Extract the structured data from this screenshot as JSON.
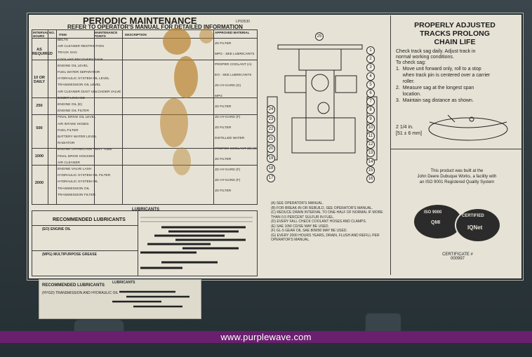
{
  "decal": {
    "title": "PERIODIC MAINTENANCE",
    "subtitle": "REFER TO OPERATOR'S MANUAL FOR DETAILED INFORMATION",
    "code": "LP93530",
    "columns": [
      "INTERVAL HOURS",
      "NO.",
      "ITEM",
      "MAINTENANCE POINTS",
      "DESCRIPTION",
      "APPROVED MATERIAL"
    ],
    "intervals": [
      "AS REQUIRED",
      "10 OR DAILY",
      "250",
      "500",
      "1000",
      "2000"
    ],
    "items": [
      "BELTS",
      "AIR CLEANER RESTRICTION",
      "TRACK SAG",
      "COOLANT RECOVERY TANK",
      "ENGINE OIL LEVEL",
      "FUEL WATER SEPARATOR",
      "HYDRAULIC SYSTEM OIL LEVEL",
      "TRANSMISSION OIL LEVEL",
      "AIR CLEANER DUST UNLOADER VALVE",
      "DOZER LINKAGE",
      "ENGINE OIL (E)",
      "ENGINE OIL FILTER",
      "FINAL DRIVE OIL LEVEL",
      "AIR INTAKE HOSES",
      "FUEL FILTER",
      "BATTERY WATER LEVEL",
      "RADIATOR",
      "ENGINE CRANKCASE VENT TUBE",
      "FINAL DRIVE HOUSING",
      "AIR CLEANER",
      "ENGINE VALVE LASH",
      "HYDRAULIC SYSTEM OIL FILTER",
      "HYDRAULIC SYSTEM OIL",
      "TRANSMISSION OIL",
      "TRANSMISSION FILTER"
    ],
    "materials": [
      "JD FILTER",
      "MPG - SEE LUBRICANTS",
      "PROPER COOLANT (A)",
      "EO - SEE LUBRICANTS",
      "JD HY-GARD (G)",
      "MPG",
      "JD FILTER",
      "JD HY-GARD (F)",
      "JD FILTER",
      "DISTILLED WATER",
      "PROPER COOLANT (D) (G)",
      "JD FILTER",
      "JD HY-GARD (F)",
      "JD HY-GARD (F)",
      "JD FILTER"
    ],
    "lubricants_title": "LUBRICANTS",
    "recommended_lubricants": "RECOMMENDED LUBRICANTS",
    "lub_items": [
      "(EO) ENGINE OIL",
      "(MPG) MULTIPURPOSE GREASE"
    ],
    "notes": [
      "(A) SEE OPERATOR'S MANUAL.",
      "(B) FOR BREAK-IN OR REBUILD, SEE OPERATOR'S MANUAL.",
      "(C) REDUCE DRAIN INTERVAL TO ONE-HALF OF NORMAL IF MORE THAN 0.5 PERCENT SULFUR IN FUEL.",
      "(D) EVERY FALL CHECK COOLANT HOSES AND CLAMPS.",
      "(E) SAE 10W CD/SE MAY BE USED.",
      "(F) GL-5 GEAR OIL SAE 80W90 MAY BE USED.",
      "(G) EVERY 2000 HOURS YEARS, DRAIN, FLUSH AND REFILL PER OPERATOR'S MANUAL."
    ],
    "diagram_labels": [
      "25",
      "1",
      "2",
      "3",
      "4",
      "5",
      "6",
      "7",
      "8",
      "9",
      "10",
      "11",
      "12",
      "13",
      "14",
      "15",
      "16",
      "17",
      "18",
      "19",
      "20",
      "21",
      "22",
      "23",
      "24"
    ]
  },
  "track": {
    "title_lines": [
      "PROPERLY ADJUSTED",
      "TRACKS PROLONG",
      "CHAIN LIFE"
    ],
    "check_text": "Check track sag daily. Adjust track in",
    "check_text2": "normal working conditions.",
    "to_check": "To check sag:",
    "steps": [
      "1.  Move unit forward only, roll to a stop",
      "     when track pin is centered over a carrier",
      "     roller.",
      "2.  Measure sag at the longest span",
      "     location.",
      "3.  Maintain sag distance as shown."
    ],
    "sag_label": "2 1/4 in.",
    "sag_label2": "[51 ± 6 mm]"
  },
  "quality": {
    "built_lines": [
      "This product was built at the",
      "John Deere Dubuque Works, a facility with",
      "an ISO 9001 Registered Quality System"
    ],
    "logo1": "ISO 9000",
    "logo1b": "QMI",
    "logo2": "CERTIFIED",
    "logo2b": "IQNet",
    "cert_lines": [
      "CERTIFICATE #",
      "000997"
    ]
  },
  "lower_decal": {
    "title": "RECOMMENDED LUBRICANTS",
    "line": "(HYGD) TRANSMISSION AND HYDRAULIC OIL",
    "lub": "LUBRICANTS"
  },
  "watermark": {
    "text": "www.purplewave.com",
    "color": "#6a1f6f"
  }
}
